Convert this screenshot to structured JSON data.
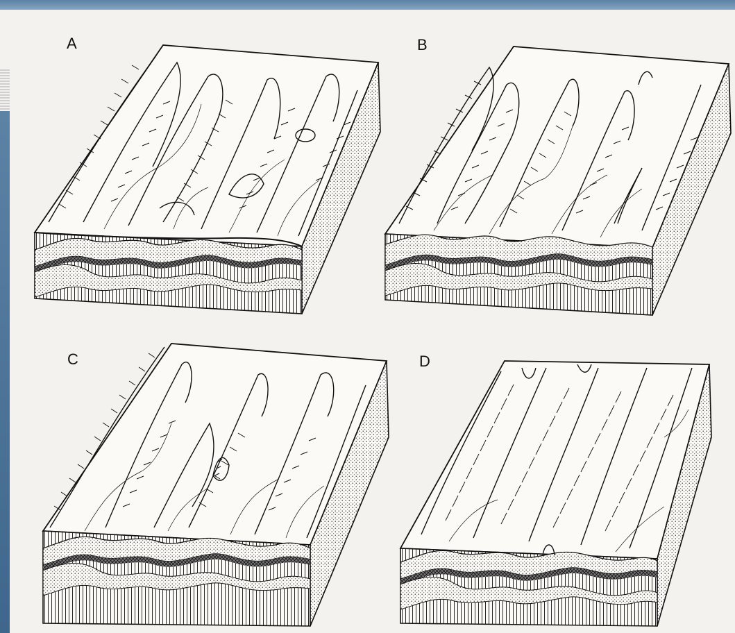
{
  "panels": [
    {
      "label": "A"
    },
    {
      "label": "B"
    },
    {
      "label": "C"
    },
    {
      "label": "D"
    }
  ],
  "colors": {
    "paper": "#f4f2ee",
    "ink": "#151515",
    "frame": "#5c82a6"
  }
}
